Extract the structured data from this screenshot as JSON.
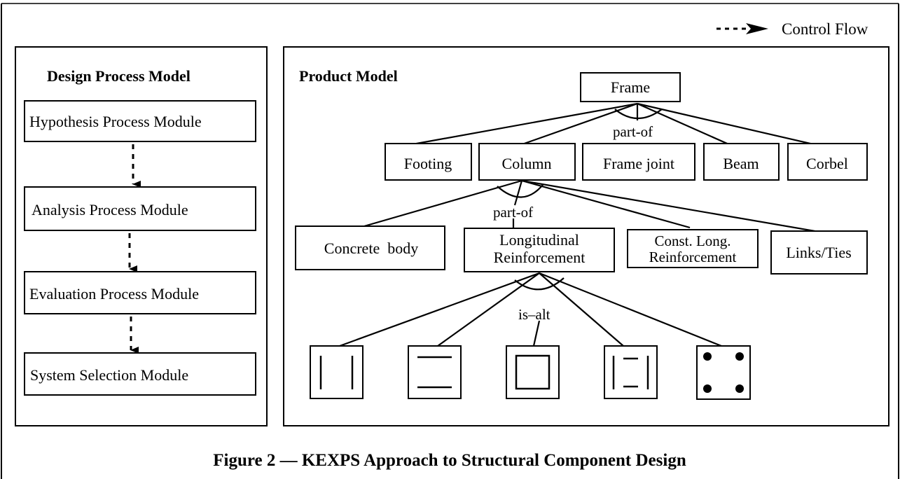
{
  "legend": {
    "label": "Control Flow"
  },
  "caption": "Figure 2 — KEXPS Approach to Structural Component Design",
  "process_model": {
    "title": "Design Process Model",
    "modules": [
      "Hypothesis Process Module",
      "Analysis Process Module",
      "Evaluation Process Module",
      "System Selection Module"
    ]
  },
  "product_model": {
    "title": "Product Model",
    "root": "Frame",
    "root_relation": "part-of",
    "components": [
      "Footing",
      "Column",
      "Frame joint",
      "Beam",
      "Corbel"
    ],
    "column_relation": "part-of",
    "column_parts": [
      "Concrete  body",
      [
        "Longitudinal",
        "Reinforcement"
      ],
      [
        "Const. Long.",
        "Reinforcement"
      ],
      "Links/Ties"
    ],
    "reinforcement_relation": "is–alt",
    "reinforcement_alternatives": [
      "two-side-vertical-bars",
      "two-side-horizontal-bars",
      "square-ring-bars",
      "bracket-bars",
      "four-corner-bars"
    ]
  }
}
